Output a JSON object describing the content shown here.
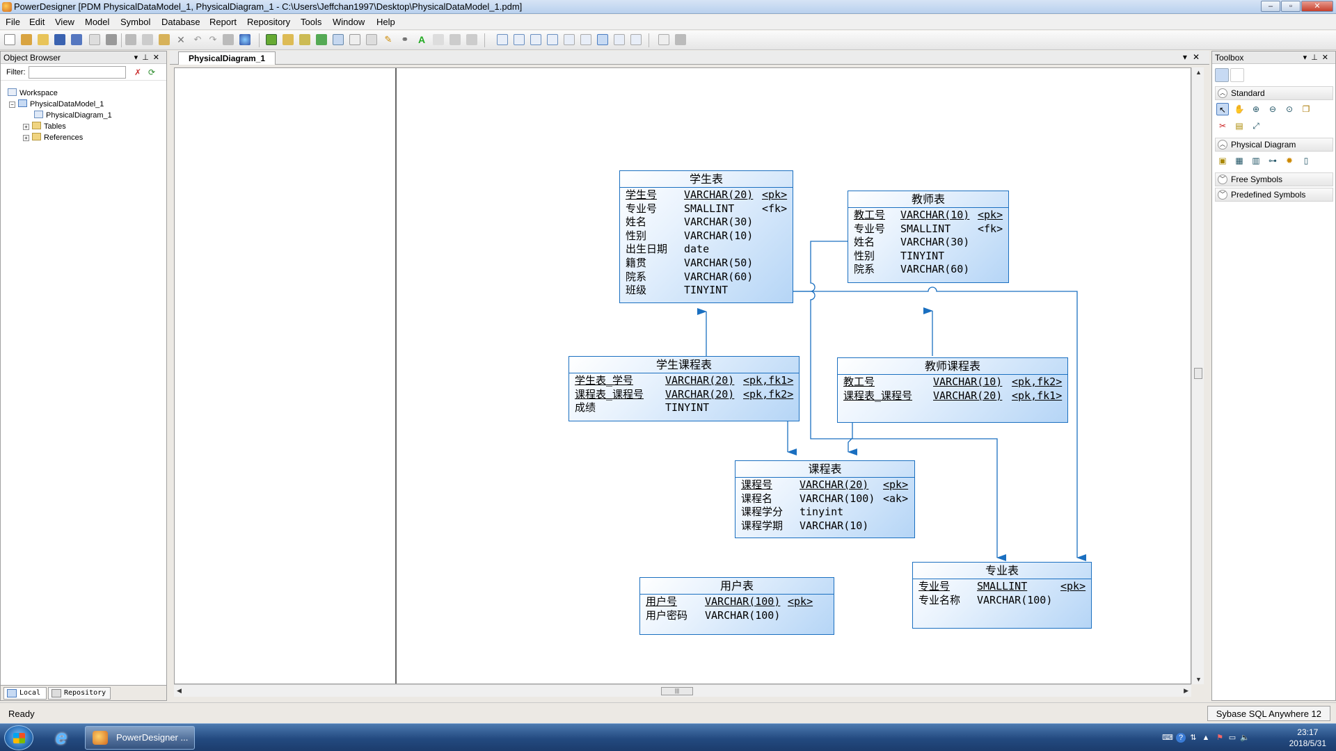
{
  "window": {
    "title": "PowerDesigner [PDM PhysicalDataModel_1, PhysicalDiagram_1 - C:\\Users\\Jeffchan1997\\Desktop\\PhysicalDataModel_1.pdm]"
  },
  "menu": [
    "File",
    "Edit",
    "View",
    "Model",
    "Symbol",
    "Database",
    "Report",
    "Repository",
    "Tools",
    "Window",
    "Help"
  ],
  "object_browser": {
    "title": "Object Browser",
    "filter_label": "Filter:",
    "filter_value": "",
    "tree": [
      "Workspace",
      "PhysicalDataModel_1",
      "PhysicalDiagram_1",
      "Tables",
      "References"
    ],
    "tabs": [
      "Local",
      "Repository"
    ]
  },
  "diagram": {
    "tab_label": "PhysicalDiagram_1"
  },
  "entities": [
    {
      "title": "学生表",
      "rows": [
        {
          "name": "学生号",
          "type": "VARCHAR(20)",
          "key": "<pk>",
          "ul": true
        },
        {
          "name": "专业号",
          "type": "SMALLINT",
          "key": "<fk>",
          "ul": false
        },
        {
          "name": "姓名",
          "type": "VARCHAR(30)",
          "key": "",
          "ul": false
        },
        {
          "name": "性别",
          "type": "VARCHAR(10)",
          "key": "",
          "ul": false
        },
        {
          "name": "出生日期",
          "type": "date",
          "key": "",
          "ul": false
        },
        {
          "name": "籍贯",
          "type": "VARCHAR(50)",
          "key": "",
          "ul": false
        },
        {
          "name": "院系",
          "type": "VARCHAR(60)",
          "key": "",
          "ul": false
        },
        {
          "name": "班级",
          "type": "TINYINT",
          "key": "",
          "ul": false
        }
      ]
    },
    {
      "title": "教师表",
      "rows": [
        {
          "name": "教工号",
          "type": "VARCHAR(10)",
          "key": "<pk>",
          "ul": true
        },
        {
          "name": "专业号",
          "type": "SMALLINT",
          "key": "<fk>",
          "ul": false
        },
        {
          "name": "姓名",
          "type": "VARCHAR(30)",
          "key": "",
          "ul": false
        },
        {
          "name": "性别",
          "type": "TINYINT",
          "key": "",
          "ul": false
        },
        {
          "name": "院系",
          "type": "VARCHAR(60)",
          "key": "",
          "ul": false
        }
      ]
    },
    {
      "title": "学生课程表",
      "rows": [
        {
          "name": "学生表_学号",
          "type": "VARCHAR(20)",
          "key": "<pk,fk1>",
          "ul": true
        },
        {
          "name": "课程表_课程号",
          "type": "VARCHAR(20)",
          "key": "<pk,fk2>",
          "ul": true
        },
        {
          "name": "成绩",
          "type": "TINYINT",
          "key": "",
          "ul": false
        }
      ]
    },
    {
      "title": "教师课程表",
      "rows": [
        {
          "name": "教工号",
          "type": "VARCHAR(10)",
          "key": "<pk,fk2>",
          "ul": true
        },
        {
          "name": "课程表_课程号",
          "type": "VARCHAR(20)",
          "key": "<pk,fk1>",
          "ul": true
        }
      ]
    },
    {
      "title": "课程表",
      "rows": [
        {
          "name": "课程号",
          "type": "VARCHAR(20)",
          "key": "<pk>",
          "ul": true
        },
        {
          "name": "课程名",
          "type": "VARCHAR(100)",
          "key": "<ak>",
          "ul": false
        },
        {
          "name": "课程学分",
          "type": "tinyint",
          "key": "",
          "ul": false
        },
        {
          "name": "课程学期",
          "type": "VARCHAR(10)",
          "key": "",
          "ul": false
        }
      ]
    },
    {
      "title": "用户表",
      "rows": [
        {
          "name": "用户号",
          "type": "VARCHAR(100)",
          "key": "<pk>",
          "ul": true
        },
        {
          "name": "用户密码",
          "type": "VARCHAR(100)",
          "key": "",
          "ul": false
        }
      ]
    },
    {
      "title": "专业表",
      "rows": [
        {
          "name": "专业号",
          "type": "SMALLINT",
          "key": "<pk>",
          "ul": true
        },
        {
          "name": "专业名称",
          "type": "VARCHAR(100)",
          "key": "",
          "ul": false
        }
      ]
    }
  ],
  "toolbox": {
    "title": "Toolbox",
    "sections": [
      "Standard",
      "Physical Diagram",
      "Free Symbols",
      "Predefined Symbols"
    ]
  },
  "status": {
    "text": "Ready",
    "dbms": "Sybase SQL Anywhere 12"
  },
  "taskbar": {
    "task_label": "PowerDesigner ...",
    "time": "23:17",
    "date": "2018/5/31"
  },
  "colors": {
    "entity_border": "#1a6fc0",
    "entity_fill": "#b5d5f6",
    "link": "#1a6fc0"
  }
}
